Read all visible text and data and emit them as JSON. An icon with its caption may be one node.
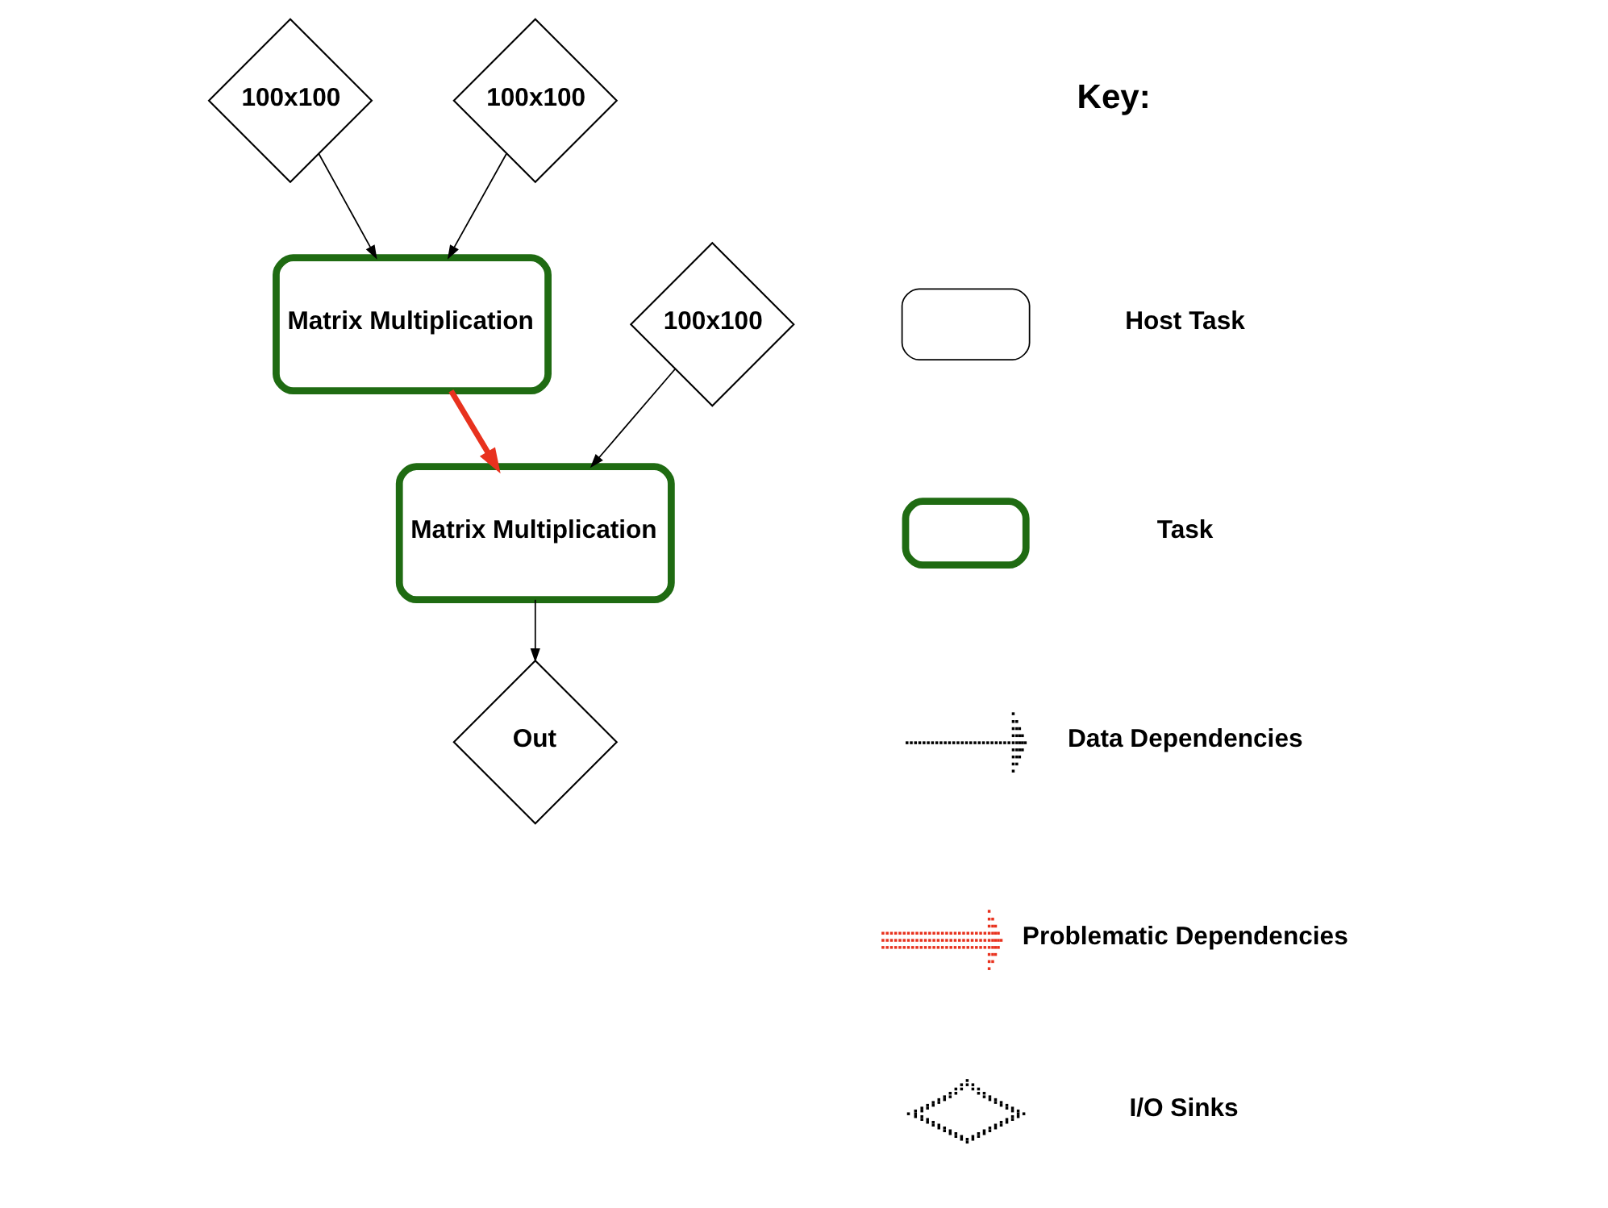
{
  "diagram": {
    "nodes": [
      {
        "text": [
          "100x100"
        ]
      },
      {
        "text": [
          "100x100"
        ]
      },
      {
        "text": [
          "Matrix Multiplication"
        ]
      },
      {
        "text": [
          "100x100"
        ]
      },
      {
        "text": [
          "Matrix Multiplication"
        ]
      },
      {
        "text": [
          "Out"
        ]
      }
    ],
    "edges": [
      {
        "from": 0,
        "to": 2,
        "arrow": "to"
      },
      {
        "from": 1,
        "to": 2,
        "arrow": "to"
      },
      {
        "from": 2,
        "to": 4,
        "arrow": "to",
        "style": "thick",
        "color": "#e8321e"
      },
      {
        "from": 3,
        "to": 4,
        "arrow": "to"
      },
      {
        "from": 4,
        "to": 5,
        "arrow": "to"
      }
    ],
    "labels": [
      "Key:"
    ],
    "legend": [
      {
        "text": "Host Task"
      },
      {
        "text": "Task"
      },
      {
        "text": "Data Dependencies"
      },
      {
        "text": "Problematic Dependencies"
      },
      {
        "text": "I/O Sinks"
      }
    ]
  }
}
